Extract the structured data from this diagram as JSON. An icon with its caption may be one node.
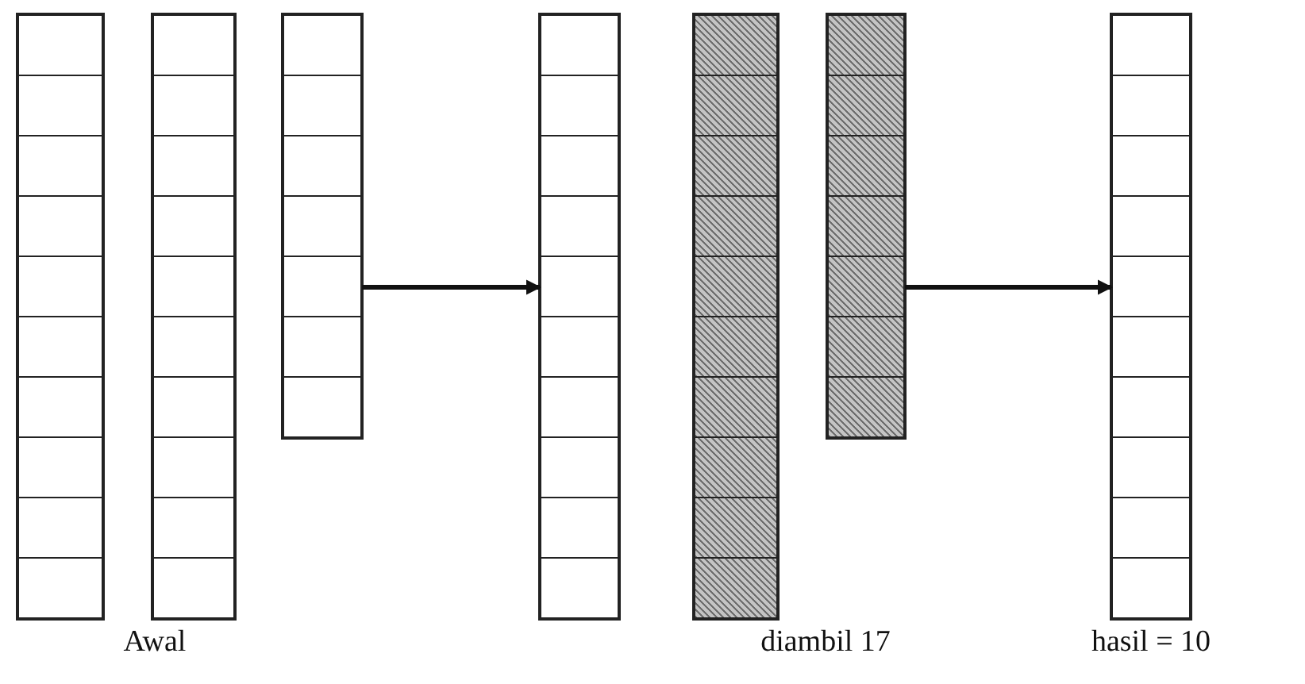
{
  "diagram": {
    "nodes": [
      {
        "text": [],
        "shape": "bar"
      },
      {
        "text": [],
        "shape": "bar"
      },
      {
        "text": [],
        "shape": "bar"
      },
      {
        "text": [],
        "shape": "bar"
      },
      {
        "text": [],
        "shape": "bar"
      },
      {
        "text": [],
        "shape": "bar"
      },
      {
        "text": [],
        "shape": "bar",
        "beside": [
          "hasil = 10"
        ]
      }
    ],
    "edges": [
      {
        "from": 2,
        "to": 3,
        "arrow": "to"
      },
      {
        "from": 5,
        "to": 6,
        "arrow": "to"
      }
    ],
    "labels": [
      "Awal",
      "diambil 17"
    ]
  }
}
